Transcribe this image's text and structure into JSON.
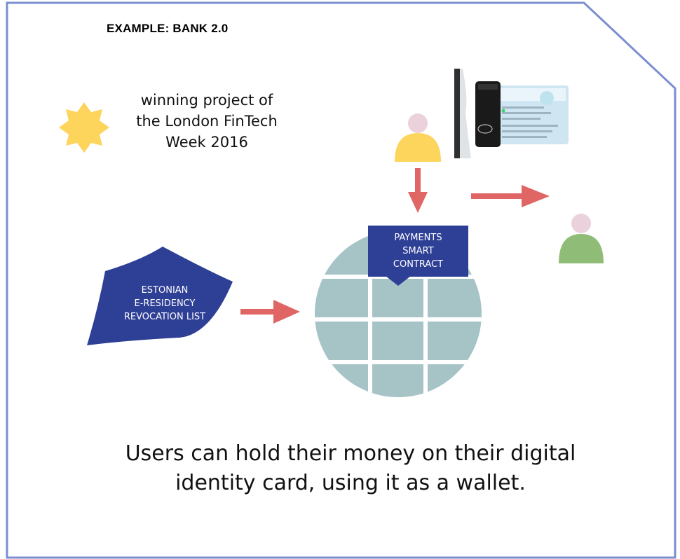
{
  "heading": "EXAMPLE: BANK 2.0",
  "award": {
    "lines": [
      "winning project of",
      "the London FinTech",
      "Week 2016"
    ]
  },
  "revocation_list": {
    "lines": [
      "ESTONIAN",
      "E-RESIDENCY",
      "REVOCATION LIST"
    ]
  },
  "smart_contract": {
    "lines": [
      "PAYMENTS",
      "SMART",
      "CONTRACT"
    ]
  },
  "caption": {
    "lines": [
      "Users can hold their money on their digital",
      "identity card, using it as a wallet."
    ]
  },
  "colors": {
    "frame": "#7b8fd0",
    "star": "#fdd45c",
    "arrow": "#e06666",
    "navy": "#2e3f96",
    "globe": "#a6c4c6",
    "user_head": "#ead1dc",
    "sender_body": "#fdd45c",
    "receiver_body": "#8fbc77"
  }
}
